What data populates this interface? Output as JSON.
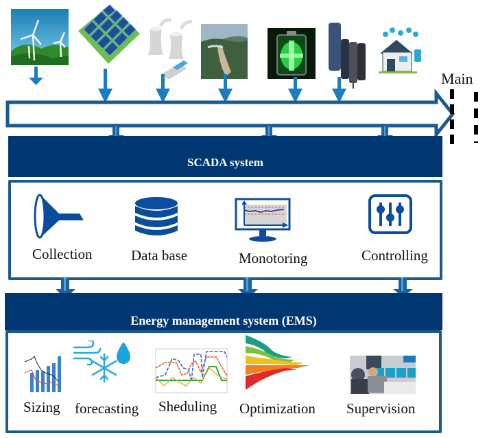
{
  "sources": [
    {
      "name": "Wind turbines",
      "icon": "wind-turbine-icon"
    },
    {
      "name": "Solar panels",
      "icon": "solar-panel-icon"
    },
    {
      "name": "Thermal power plant",
      "icon": "power-plant-icon"
    },
    {
      "name": "Hydro dam",
      "icon": "hydro-dam-icon"
    },
    {
      "name": "Battery storage",
      "icon": "battery-icon"
    },
    {
      "name": "Supercapacitor",
      "icon": "capacitor-icon"
    },
    {
      "name": "Smart home load",
      "icon": "smart-home-icon"
    }
  ],
  "main_label": "Main",
  "scada": {
    "title": "SCADA system",
    "items": [
      {
        "label": "Collection",
        "icon": "funnel-icon"
      },
      {
        "label": "Data base",
        "icon": "database-icon"
      },
      {
        "label": "Monotoring",
        "icon": "monitor-chart-icon"
      },
      {
        "label": "Controlling",
        "icon": "sliders-icon"
      }
    ]
  },
  "ems": {
    "title": "Energy management system (EMS)",
    "items": [
      {
        "label": "Sizing",
        "icon": "bar-line-chart-icon"
      },
      {
        "label": "forecasting",
        "icon": "weather-icon"
      },
      {
        "label": "Sheduling",
        "icon": "schedule-chart-icon"
      },
      {
        "label": "Optimization",
        "icon": "converging-arrows-icon"
      },
      {
        "label": "Supervision",
        "icon": "control-room-icon"
      }
    ]
  },
  "colors": {
    "banner": "#003773",
    "arrow": "#1a7cc1",
    "bus_outline": "#1a5a8e",
    "icon_blue": "#0a4d9e"
  }
}
